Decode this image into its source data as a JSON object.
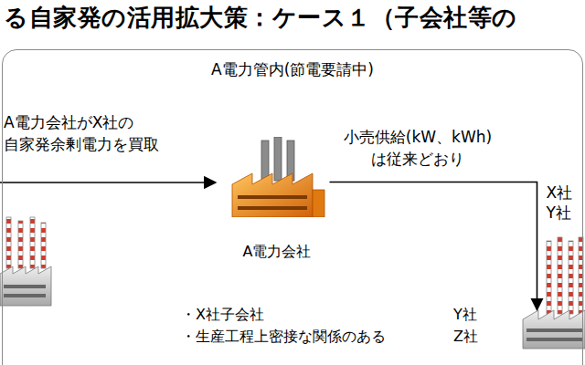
{
  "diagram": {
    "title": "る自家発の活用拡大策：ケース１（子会社等の",
    "nodes": [
      {
        "text": [
          "A電力管内(節電要請中)"
        ]
      },
      {
        "text": [
          "A電力会社"
        ],
        "in": 0
      },
      {
        "text": [
          "X社",
          "Y社"
        ],
        "in": 0
      }
    ],
    "edges": [
      {
        "from": 1,
        "to": 2,
        "label": "小売供給(kW、kWh) は従来どおり",
        "arrow": "to"
      }
    ],
    "labels": [
      "A電力会社がX社の 自家発余剰電力を買取",
      "・X社子会社",
      "Y社",
      "・生産工程上密接な関係のある",
      "Z社"
    ]
  }
}
